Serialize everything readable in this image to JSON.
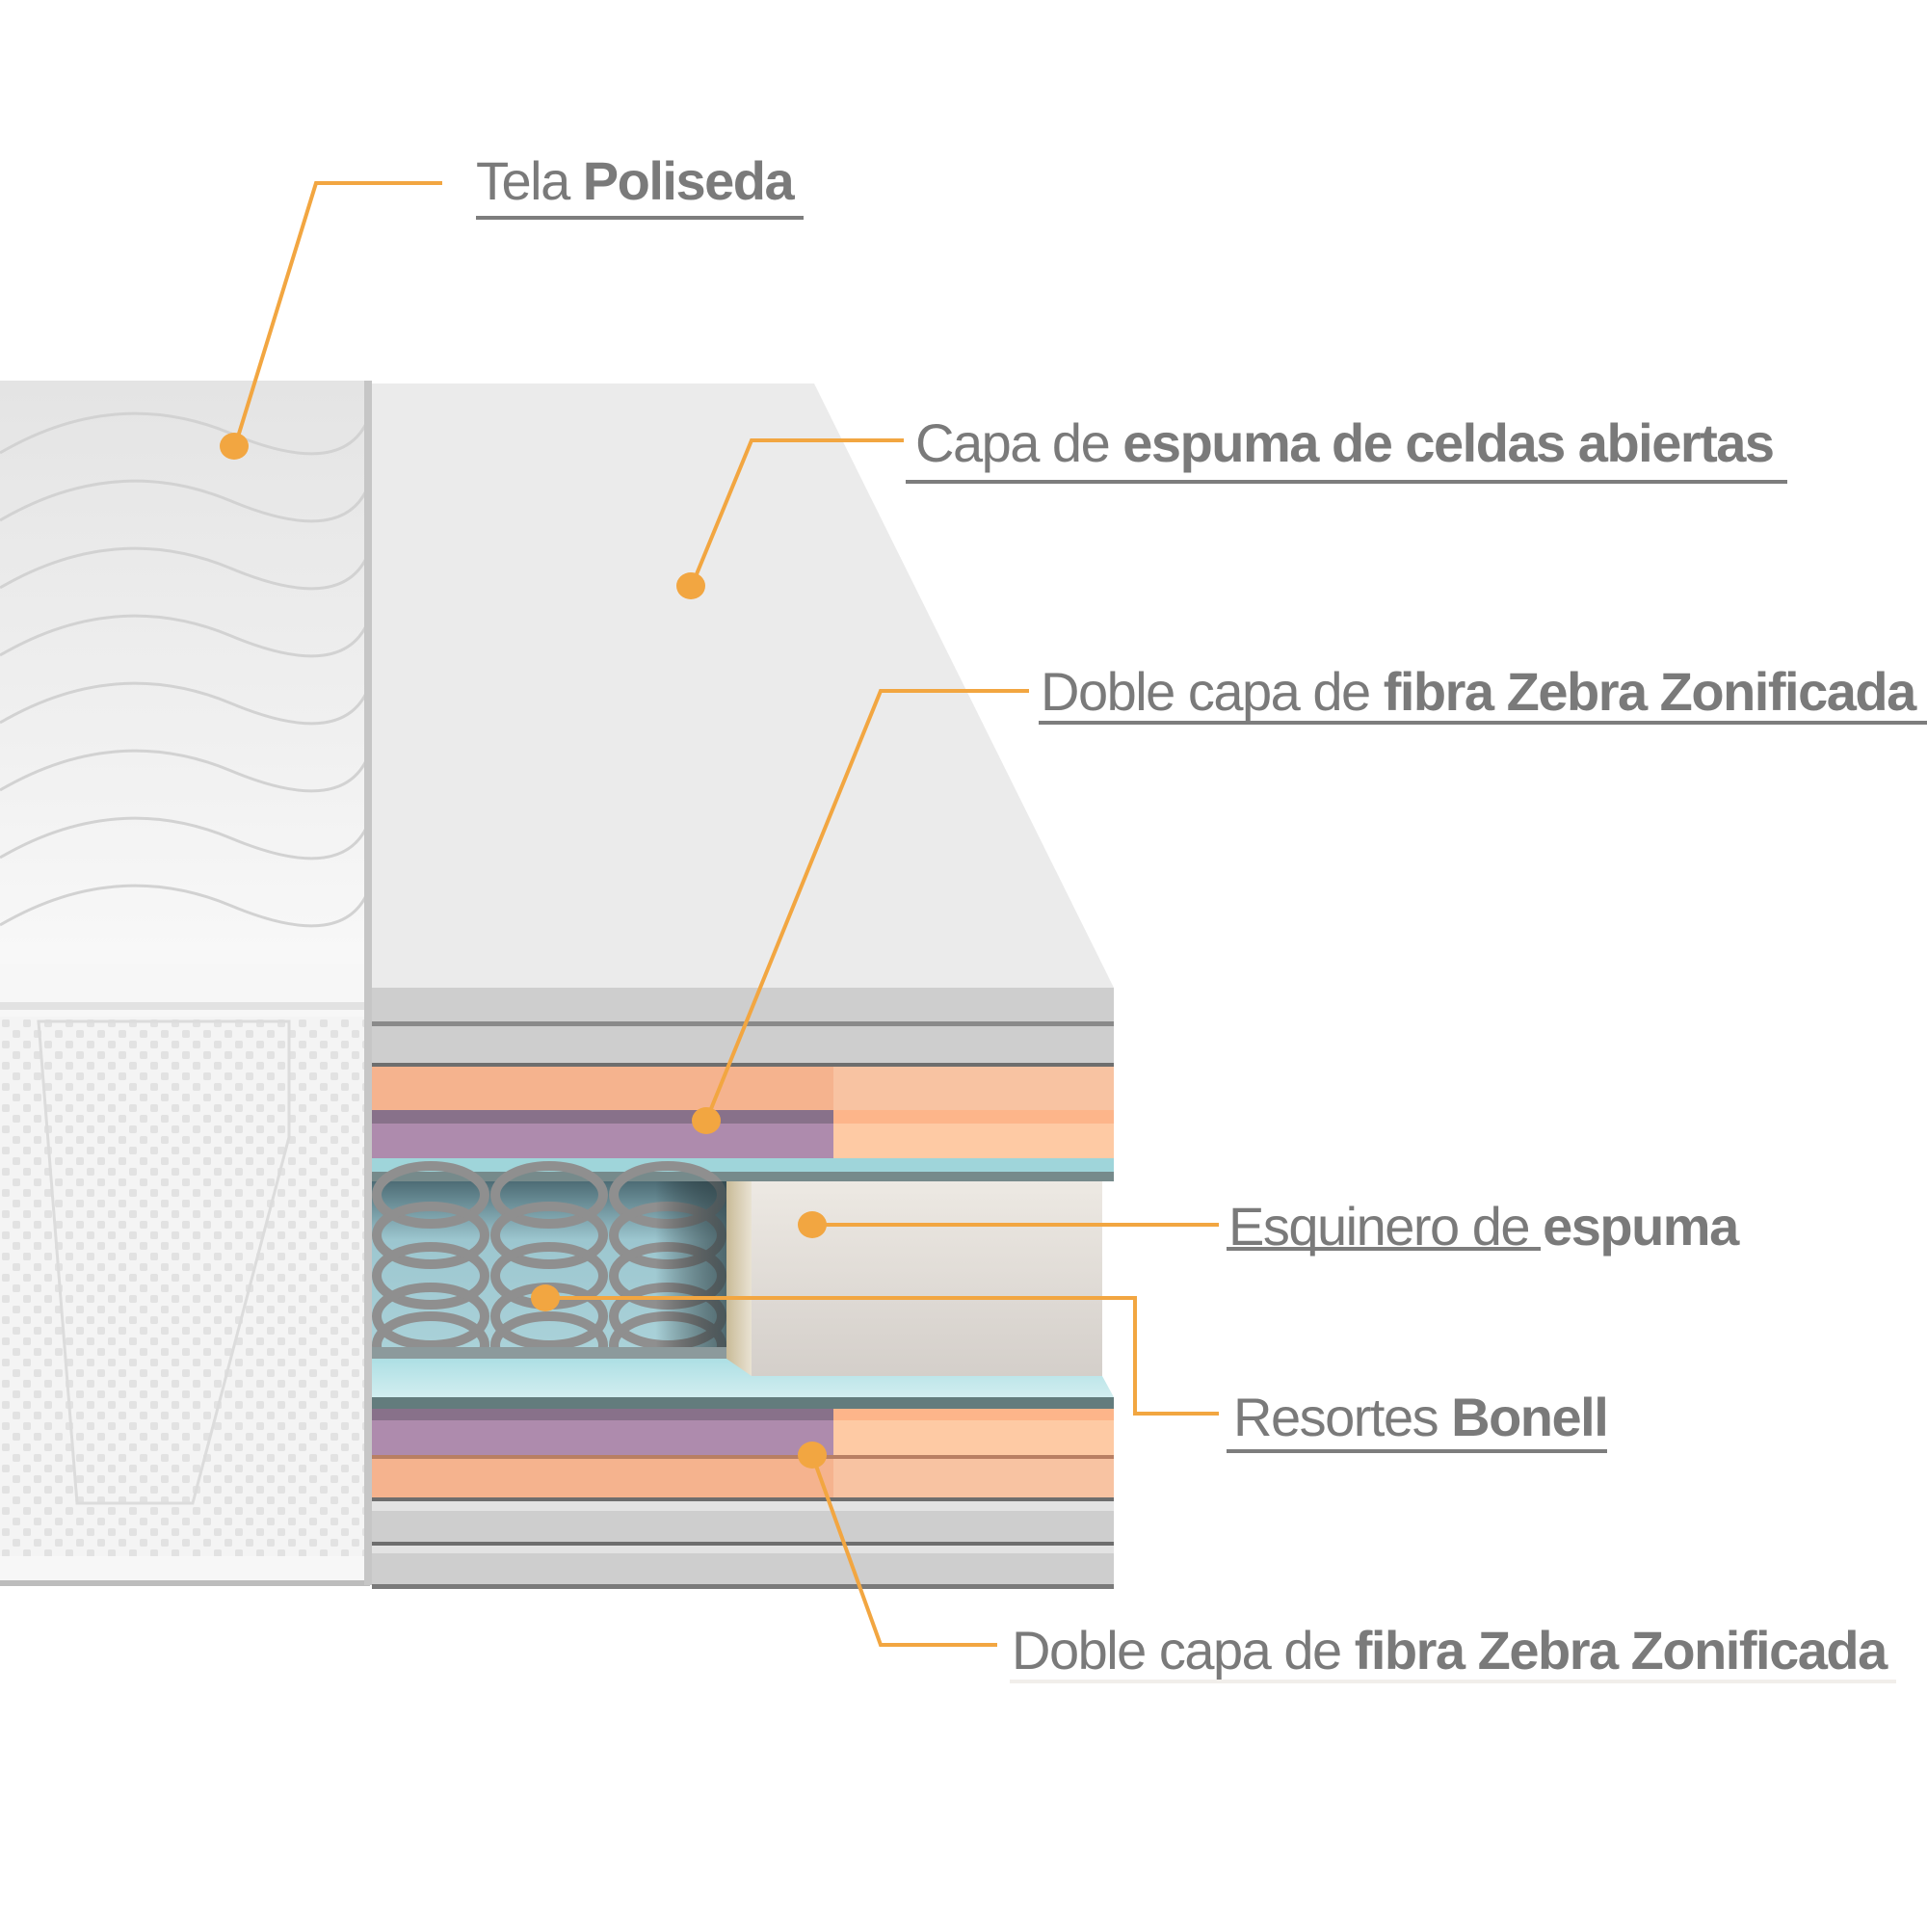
{
  "diagram": {
    "title": "Mattress layer cross-section",
    "accent_color": "#f2a641",
    "text_color": "#7a7a7a",
    "layer_colors": {
      "fabric": "#f3f3f3",
      "open_cell_foam": "#ebebeb",
      "grey_layer": "#cecece",
      "salmon_layer": "#f5b38e",
      "salmon_light": "#f8c3a2",
      "purple_layer": "#ae8bad",
      "peach_layer": "#fecaa4",
      "teal_board": "#b5e1e6",
      "teal_edge": "#6e8788",
      "spring_bg": "#a3ccd4",
      "foam_corner": "#e9e5e0"
    },
    "labels": [
      {
        "id": "tela",
        "regular": "Tela ",
        "bold": "Poliseda"
      },
      {
        "id": "espuma-celdas",
        "regular": "Capa de ",
        "bold": "espuma de celdas abiertas"
      },
      {
        "id": "fibra-top",
        "regular": "Doble capa de ",
        "bold": "fibra Zebra Zonificada"
      },
      {
        "id": "esquinero",
        "regular": "Esquinero de ",
        "bold": "espuma"
      },
      {
        "id": "resortes",
        "regular": "Resortes ",
        "bold": "Bonell"
      },
      {
        "id": "fibra-bottom",
        "regular": "Doble capa de ",
        "bold": "fibra Zebra Zonificada"
      }
    ]
  }
}
